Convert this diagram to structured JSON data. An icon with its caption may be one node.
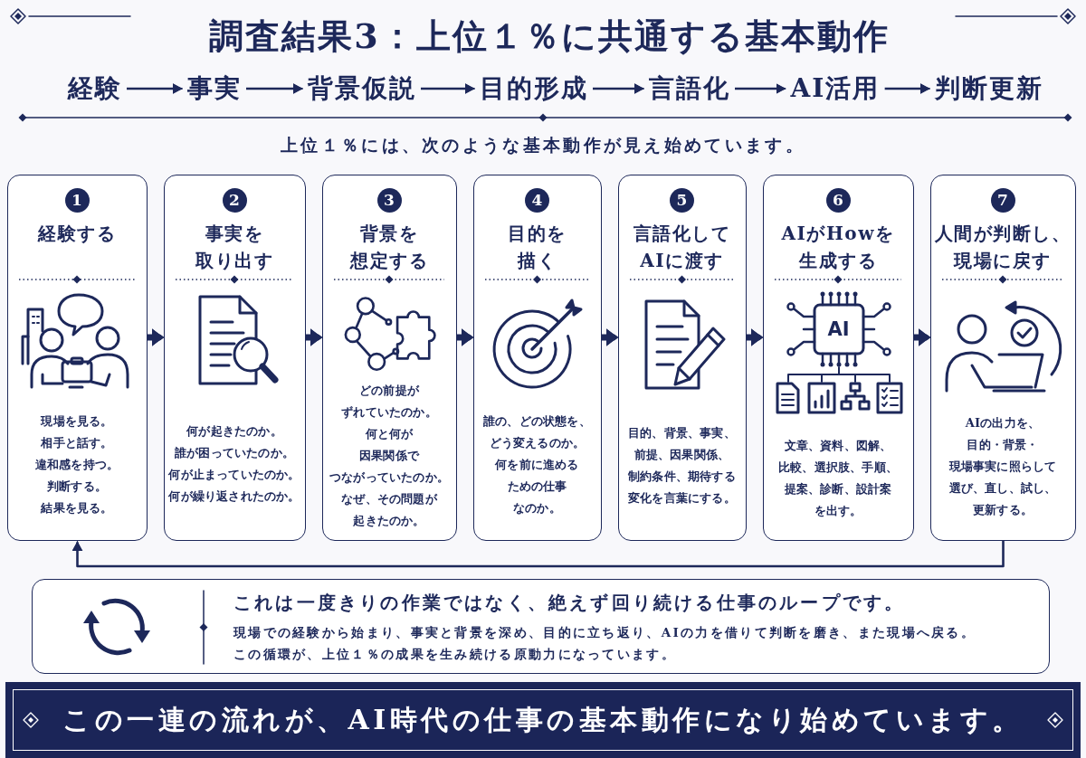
{
  "diagram": {
    "title": "調査結果3：上位１％に共通する基本動作",
    "nodes": [
      {
        "text": [
          "経験"
        ]
      },
      {
        "text": [
          "事実"
        ]
      },
      {
        "text": [
          "背景仮説"
        ]
      },
      {
        "text": [
          "目的形成"
        ]
      },
      {
        "text": [
          "言語化"
        ]
      },
      {
        "text": [
          "AI活用"
        ]
      },
      {
        "text": [
          "判断更新"
        ]
      },
      {
        "text": [
          "1",
          "経験する",
          "現場を見る。相手と話す。違和感を持つ。判断する。結果を見る。"
        ]
      },
      {
        "text": [
          "2",
          "事実を取り出す",
          "何が起きたのか。誰が困っていたのか。何が止まっていたのか。何が繰り返されたのか。"
        ]
      },
      {
        "text": [
          "3",
          "背景を想定する",
          "どの前提がずれていたのか。何と何が因果関係でつながっていたのか。なぜ、その問題が起きたのか。"
        ]
      },
      {
        "text": [
          "4",
          "目的を描く",
          "誰の、どの状態を、どう変えるのか。何を前に進めるための仕事なのか。"
        ]
      },
      {
        "text": [
          "5",
          "言語化してAIに渡す",
          "目的、背景、事実、前提、因果関係、制約条件、期待する変化を言葉にする。"
        ]
      },
      {
        "text": [
          "6",
          "AIがHowを生成する",
          "文章、資料、図解、比較、選択肢、手順、提案、診断、設計案を出す。"
        ]
      },
      {
        "text": [
          "7",
          "人間が判断し、現場に戻す",
          "AIの出力を、目的・背景・現場事実に照らして選び、直し、試し、更新する。"
        ]
      },
      {
        "text": [
          "これは一度きりの作業ではなく、絶えず回り続ける仕事のループです。",
          "現場での経験から始まり、事実と背景を深め、目的に立ち返り、AIの力を借りて判断を磨き、また現場へ戻る。",
          "この循環が、上位１％の成果を生み続ける原動力になっています。"
        ]
      },
      {
        "text": [
          "この一連の流れが、AI時代の仕事の基本動作になり始めています。"
        ]
      }
    ],
    "edges": [
      {
        "from": 0,
        "to": 1,
        "arrow": "to"
      },
      {
        "from": 1,
        "to": 2,
        "arrow": "to"
      },
      {
        "from": 2,
        "to": 3,
        "arrow": "to"
      },
      {
        "from": 3,
        "to": 4,
        "arrow": "to"
      },
      {
        "from": 4,
        "to": 5,
        "arrow": "to"
      },
      {
        "from": 5,
        "to": 6,
        "arrow": "to"
      },
      {
        "from": 7,
        "to": 8,
        "arrow": "to",
        "style": "thick"
      },
      {
        "from": 8,
        "to": 9,
        "arrow": "to",
        "style": "thick"
      },
      {
        "from": 9,
        "to": 10,
        "arrow": "to",
        "style": "thick"
      },
      {
        "from": 10,
        "to": 11,
        "arrow": "to",
        "style": "thick"
      },
      {
        "from": 11,
        "to": 12,
        "arrow": "to",
        "style": "thick"
      },
      {
        "from": 12,
        "to": 13,
        "arrow": "to",
        "style": "thick"
      },
      {
        "from": 13,
        "to": 7,
        "arrow": "to"
      }
    ],
    "labels": [
      "上位１％には、次のような基本動作が見え始めています。",
      "AI"
    ]
  }
}
